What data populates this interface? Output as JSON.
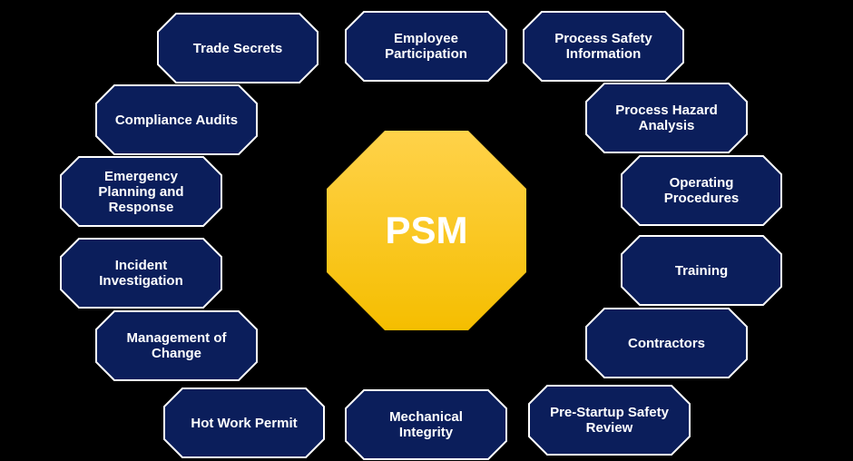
{
  "diagram": {
    "center": {
      "label": "PSM",
      "fill": "#F5BE00",
      "fill_light": "#FFD24A"
    },
    "node_style": {
      "fill": "#0B1E5B",
      "stroke": "#FFFFFF"
    },
    "elements": [
      {
        "id": "trade-secrets",
        "label": "Trade Secrets"
      },
      {
        "id": "employee-participation",
        "label": "Employee\nParticipation"
      },
      {
        "id": "process-safety-information",
        "label": "Process Safety\nInformation"
      },
      {
        "id": "compliance-audits",
        "label": "Compliance  Audits"
      },
      {
        "id": "process-hazard-analysis",
        "label": "Process Hazard\nAnalysis"
      },
      {
        "id": "emergency-planning-and-response",
        "label": "Emergency\nPlanning  and\nResponse"
      },
      {
        "id": "operating-procedures",
        "label": "Operating\nProcedures"
      },
      {
        "id": "incident-investigation",
        "label": "Incident\nInvestigation"
      },
      {
        "id": "training",
        "label": "Training"
      },
      {
        "id": "management-of-change",
        "label": "Management  of\nChange"
      },
      {
        "id": "contractors",
        "label": "Contractors"
      },
      {
        "id": "hot-work-permit",
        "label": "Hot Work Permit"
      },
      {
        "id": "mechanical-integrity",
        "label": "Mechanical\nIntegrity"
      },
      {
        "id": "pre-startup-safety-review",
        "label": "Pre-Startup Safety\nReview"
      }
    ]
  }
}
